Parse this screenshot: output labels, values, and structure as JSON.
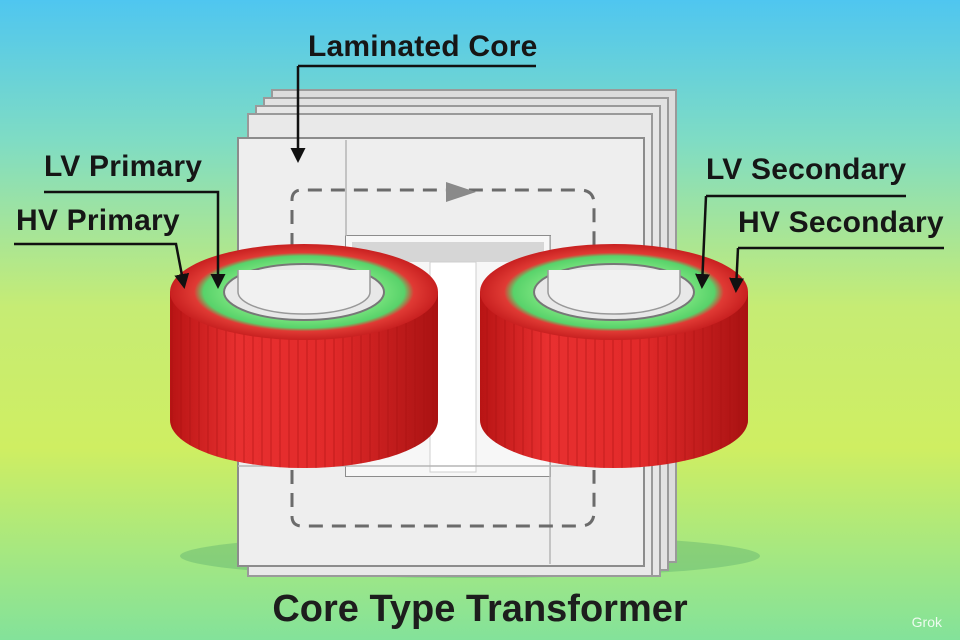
{
  "labels": {
    "core": "Laminated Core",
    "lv_primary": "LV Primary",
    "hv_primary": "HV Primary",
    "lv_secondary": "LV Secondary",
    "hv_secondary": "HV Secondary"
  },
  "title": "Core Type Transformer",
  "watermark": "Grok",
  "colors": {
    "core": "#eaeaea",
    "hv_winding": "#e02828",
    "lv_winding": "#6fe07f"
  }
}
